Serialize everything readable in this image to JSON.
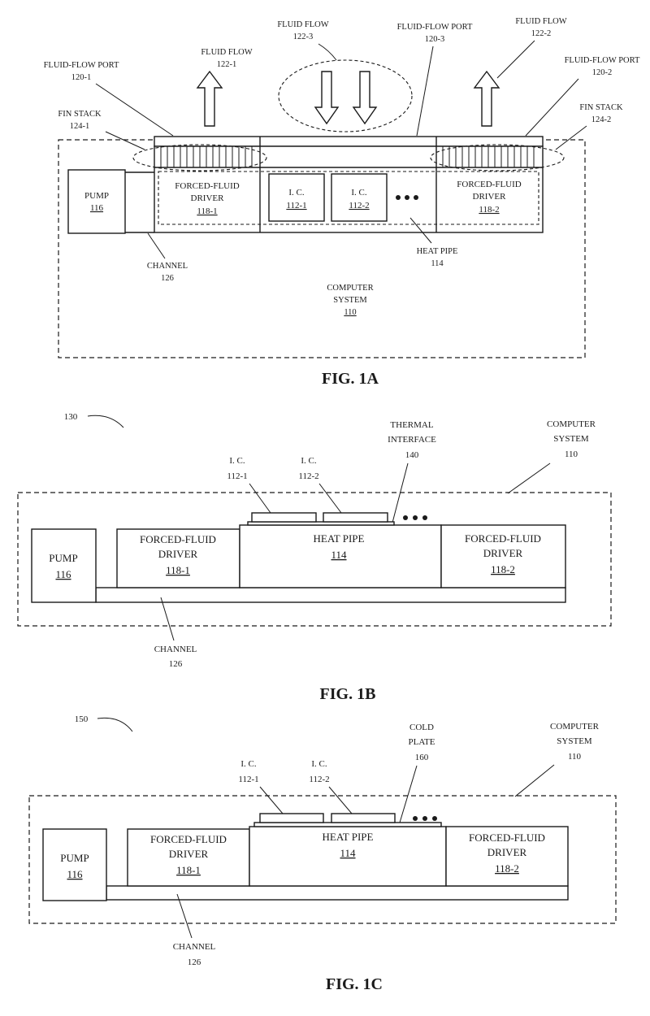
{
  "fig1a": {
    "caption": "FIG. 1A",
    "fluid_flow_3": "FLUID FLOW",
    "fluid_flow_3_ref": "122-3",
    "port_3": "FLUID-FLOW PORT",
    "port_3_ref": "120-3",
    "fluid_flow_2": "FLUID FLOW",
    "fluid_flow_2_ref": "122-2",
    "port_1": "FLUID-FLOW PORT",
    "port_1_ref": "120-1",
    "fluid_flow_1": "FLUID FLOW",
    "fluid_flow_1_ref": "122-1",
    "port_2": "FLUID-FLOW PORT",
    "port_2_ref": "120-2",
    "fin_1": "FIN STACK",
    "fin_1_ref": "124-1",
    "fin_2": "FIN STACK",
    "fin_2_ref": "124-2",
    "pump": "PUMP",
    "pump_ref": "116",
    "driver_1_a": "FORCED-FLUID",
    "driver_1_b": "DRIVER",
    "driver_1_ref": "118-1",
    "ic_1": "I. C.",
    "ic_1_ref": "112-1",
    "ic_2": "I. C.",
    "ic_2_ref": "112-2",
    "driver_2_a": "FORCED-FLUID",
    "driver_2_b": "DRIVER",
    "driver_2_ref": "118-2",
    "channel": "CHANNEL",
    "channel_ref": "126",
    "heat_pipe": "HEAT PIPE",
    "heat_pipe_ref": "114",
    "system_a": "COMPUTER",
    "system_b": "SYSTEM",
    "system_ref": "110"
  },
  "fig1b": {
    "caption": "FIG. 1B",
    "ref_num": "130",
    "thermal_a": "THERMAL",
    "thermal_b": "INTERFACE",
    "thermal_ref": "140",
    "system_a": "COMPUTER",
    "system_b": "SYSTEM",
    "system_ref": "110",
    "ic_1": "I. C.",
    "ic_1_ref": "112-1",
    "ic_2": "I. C.",
    "ic_2_ref": "112-2",
    "pump": "PUMP",
    "pump_ref": "116",
    "driver_1_a": "FORCED-FLUID",
    "driver_1_b": "DRIVER",
    "driver_1_ref": "118-1",
    "heat_pipe": "HEAT PIPE",
    "heat_pipe_ref": "114",
    "driver_2_a": "FORCED-FLUID",
    "driver_2_b": "DRIVER",
    "driver_2_ref": "118-2",
    "channel": "CHANNEL",
    "channel_ref": "126"
  },
  "fig1c": {
    "caption": "FIG. 1C",
    "ref_num": "150",
    "cold_a": "COLD",
    "cold_b": "PLATE",
    "cold_ref": "160",
    "system_a": "COMPUTER",
    "system_b": "SYSTEM",
    "system_ref": "110",
    "ic_1": "I. C.",
    "ic_1_ref": "112-1",
    "ic_2": "I. C.",
    "ic_2_ref": "112-2",
    "pump": "PUMP",
    "pump_ref": "116",
    "driver_1_a": "FORCED-FLUID",
    "driver_1_b": "DRIVER",
    "driver_1_ref": "118-1",
    "heat_pipe": "HEAT PIPE",
    "heat_pipe_ref": "114",
    "driver_2_a": "FORCED-FLUID",
    "driver_2_b": "DRIVER",
    "driver_2_ref": "118-2",
    "channel": "CHANNEL",
    "channel_ref": "126"
  }
}
